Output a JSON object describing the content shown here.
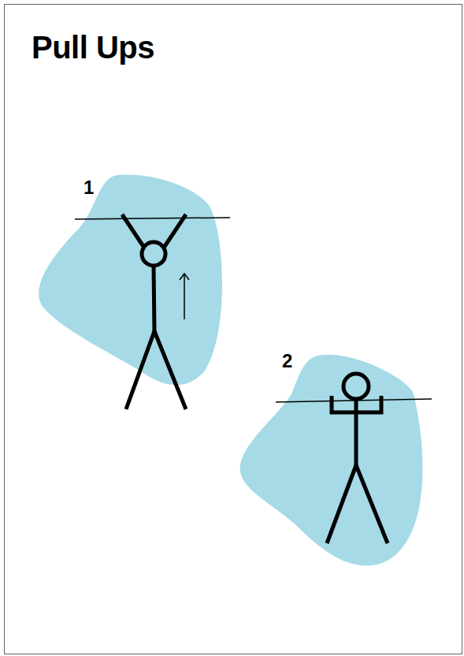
{
  "diagram": {
    "title": "Pull Ups",
    "labels": [
      "1",
      "2"
    ]
  }
}
